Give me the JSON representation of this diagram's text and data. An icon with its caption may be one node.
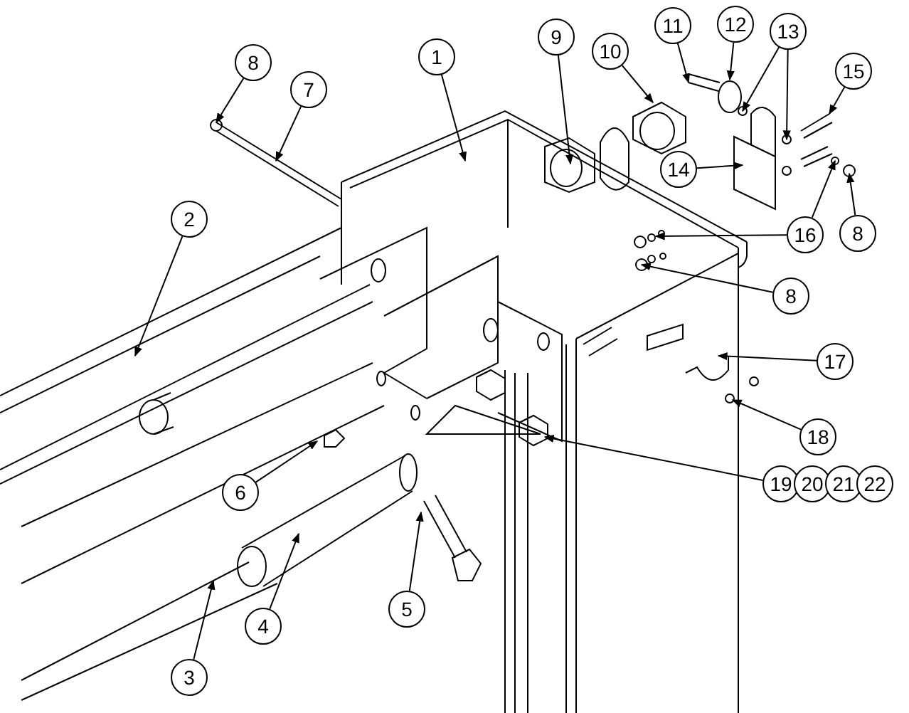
{
  "diagram": {
    "nodes": [
      {
        "text": [
          "11"
        ]
      },
      {
        "text": [
          "12"
        ]
      },
      {
        "text": [
          "13"
        ]
      },
      {
        "text": [
          "9"
        ]
      },
      {
        "text": [
          "10"
        ]
      },
      {
        "text": [
          "1"
        ]
      },
      {
        "text": [
          "8"
        ]
      },
      {
        "text": [
          "15"
        ]
      },
      {
        "text": [
          "7"
        ]
      },
      {
        "text": [
          "14"
        ]
      },
      {
        "text": [
          "2"
        ]
      },
      {
        "text": [
          "16"
        ]
      },
      {
        "text": [
          "8"
        ]
      },
      {
        "text": [
          "8"
        ]
      },
      {
        "text": [
          "17"
        ]
      },
      {
        "text": [
          "18"
        ]
      },
      {
        "text": [
          "19"
        ]
      },
      {
        "text": [
          "20"
        ]
      },
      {
        "text": [
          "21"
        ]
      },
      {
        "text": [
          "22"
        ]
      },
      {
        "text": [
          "6"
        ]
      },
      {
        "text": [
          "5"
        ]
      },
      {
        "text": [
          "4"
        ]
      },
      {
        "text": [
          "3"
        ]
      }
    ],
    "edges": [
      {
        "from": 0,
        "to": null,
        "arrow": "to"
      },
      {
        "from": 1,
        "to": null,
        "arrow": "to"
      },
      {
        "from": 2,
        "to": null,
        "arrow": "to"
      },
      {
        "from": 2,
        "to": null,
        "arrow": "to"
      },
      {
        "from": 3,
        "to": null,
        "arrow": "to"
      },
      {
        "from": 4,
        "to": null,
        "arrow": "to"
      },
      {
        "from": 5,
        "to": null,
        "arrow": "to"
      },
      {
        "from": 6,
        "to": null,
        "arrow": "to"
      },
      {
        "from": 7,
        "to": null,
        "arrow": "to"
      },
      {
        "from": 8,
        "to": null,
        "arrow": "to"
      },
      {
        "from": 9,
        "to": null,
        "arrow": "to"
      },
      {
        "from": 10,
        "to": null,
        "arrow": "to"
      },
      {
        "from": 11,
        "to": null,
        "arrow": "to"
      },
      {
        "from": 11,
        "to": null,
        "arrow": "to"
      },
      {
        "from": 12,
        "to": null,
        "arrow": "to"
      },
      {
        "from": 13,
        "to": null,
        "arrow": "to"
      },
      {
        "from": 14,
        "to": null,
        "arrow": "to"
      },
      {
        "from": 15,
        "to": null,
        "arrow": "to"
      },
      {
        "from": 16,
        "to": null,
        "arrow": "to"
      },
      {
        "from": 20,
        "to": null,
        "arrow": "to"
      },
      {
        "from": 21,
        "to": null,
        "arrow": "to"
      },
      {
        "from": 22,
        "to": null,
        "arrow": "to"
      },
      {
        "from": 23,
        "to": null,
        "arrow": "to"
      }
    ]
  }
}
